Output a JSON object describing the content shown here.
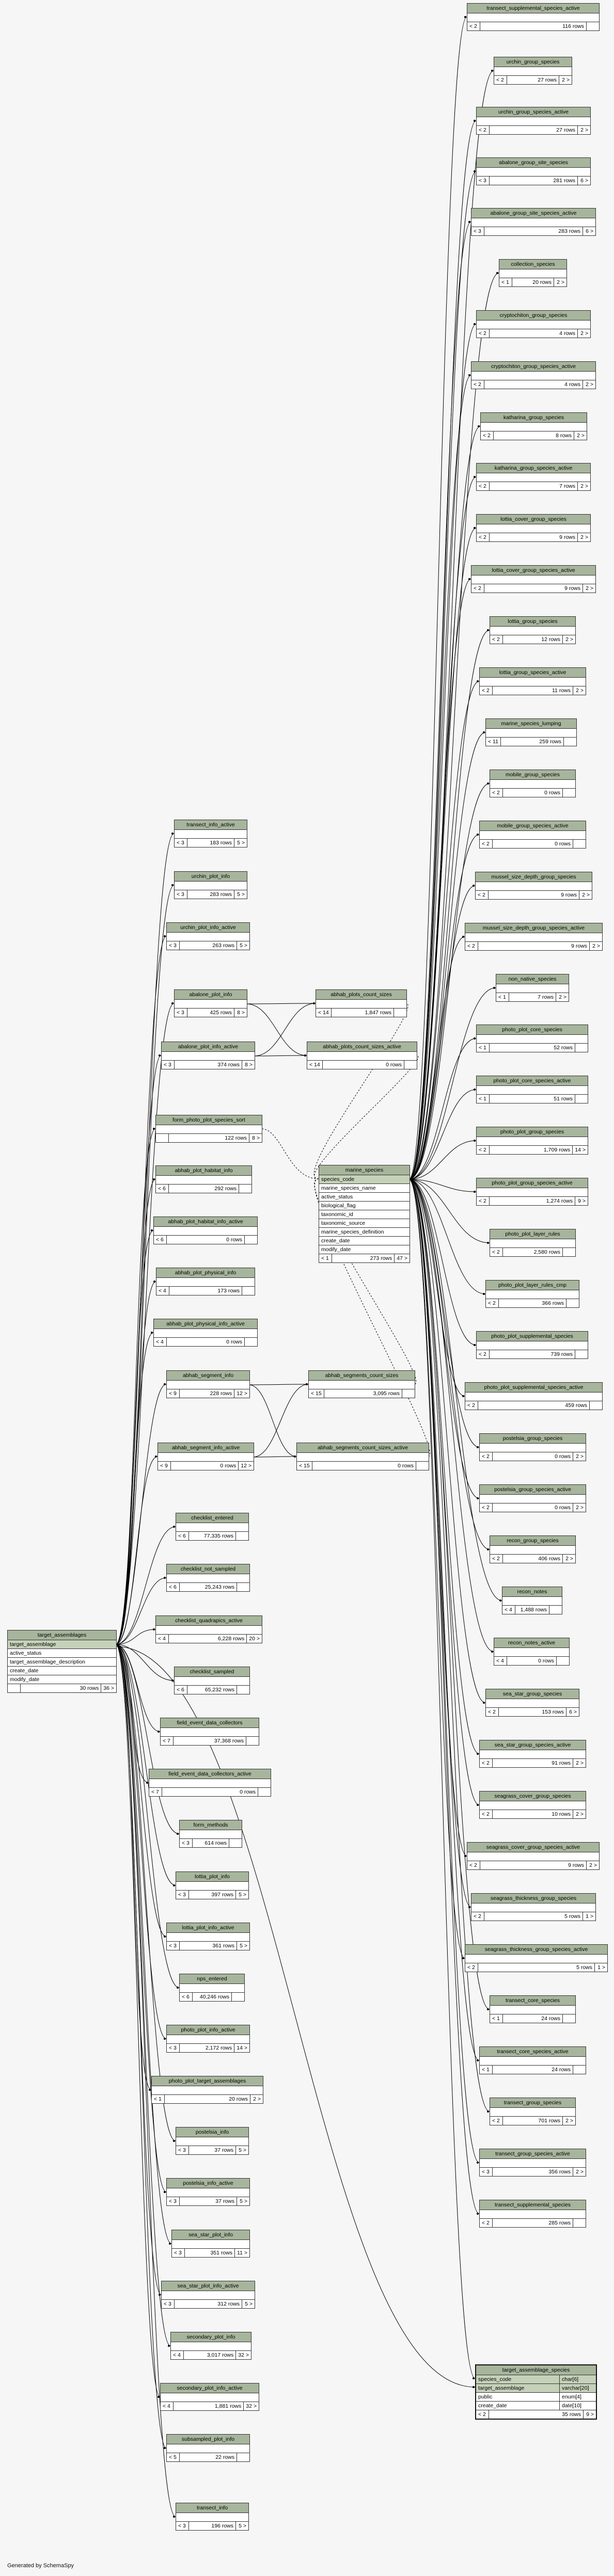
{
  "footer_text": "Generated by SchemaSpy",
  "tables": [
    {
      "id": "transect_supplemental_species_active",
      "title": "transect_supplemental_species_active",
      "footer": [
        "< 2",
        "116 rows",
        ""
      ]
    },
    {
      "id": "urchin_group_species",
      "title": "urchin_group_species",
      "footer": [
        "< 2",
        "27 rows",
        "2 >"
      ]
    },
    {
      "id": "urchin_group_species_active",
      "title": "urchin_group_species_active",
      "footer": [
        "< 2",
        "27 rows",
        "2 >"
      ]
    },
    {
      "id": "abalone_group_site_species",
      "title": "abalone_group_site_species",
      "footer": [
        "< 3",
        "281 rows",
        "6 >"
      ]
    },
    {
      "id": "abalone_group_site_species_active",
      "title": "abalone_group_site_species_active",
      "footer": [
        "< 3",
        "283 rows",
        "6 >"
      ]
    },
    {
      "id": "collection_species",
      "title": "collection_species",
      "footer": [
        "< 1",
        "20 rows",
        "2 >"
      ]
    },
    {
      "id": "cryptochiton_group_species",
      "title": "cryptochiton_group_species",
      "footer": [
        "< 2",
        "4 rows",
        "2 >"
      ]
    },
    {
      "id": "cryptochiton_group_species_active",
      "title": "cryptochiton_group_species_active",
      "footer": [
        "< 2",
        "4 rows",
        "2 >"
      ]
    },
    {
      "id": "katharina_group_species",
      "title": "katharina_group_species",
      "footer": [
        "< 2",
        "8 rows",
        "2 >"
      ]
    },
    {
      "id": "katharina_group_species_active",
      "title": "katharina_group_species_active",
      "footer": [
        "< 2",
        "7 rows",
        "2 >"
      ]
    },
    {
      "id": "lottia_cover_group_species",
      "title": "lottia_cover_group_species",
      "footer": [
        "< 2",
        "9 rows",
        "2 >"
      ]
    },
    {
      "id": "lottia_cover_group_species_active",
      "title": "lottia_cover_group_species_active",
      "footer": [
        "< 2",
        "9 rows",
        "2 >"
      ]
    },
    {
      "id": "lottia_group_species",
      "title": "lottia_group_species",
      "footer": [
        "< 2",
        "12 rows",
        "2 >"
      ]
    },
    {
      "id": "lottia_group_species_active",
      "title": "lottia_group_species_active",
      "footer": [
        "< 2",
        "11 rows",
        "2 >"
      ]
    },
    {
      "id": "marine_species_lumping",
      "title": "marine_species_lumping",
      "footer": [
        "< 11",
        "259 rows",
        ""
      ]
    },
    {
      "id": "mobile_group_species",
      "title": "mobile_group_species",
      "footer": [
        "< 2",
        "0 rows",
        ""
      ]
    },
    {
      "id": "mobile_group_species_active",
      "title": "mobile_group_species_active",
      "footer": [
        "< 2",
        "0 rows",
        ""
      ]
    },
    {
      "id": "mussel_size_depth_group_species",
      "title": "mussel_size_depth_group_species",
      "footer": [
        "< 2",
        "9 rows",
        "2 >"
      ]
    },
    {
      "id": "mussel_size_depth_group_species_active",
      "title": "mussel_size_depth_group_species_active",
      "footer": [
        "< 2",
        "9 rows",
        "2 >"
      ]
    },
    {
      "id": "non_native_species",
      "title": "non_native_species",
      "footer": [
        "< 1",
        "7 rows",
        "2 >"
      ]
    },
    {
      "id": "photo_plot_core_species",
      "title": "photo_plot_core_species",
      "footer": [
        "< 1",
        "52 rows",
        ""
      ]
    },
    {
      "id": "photo_plot_core_species_active",
      "title": "photo_plot_core_species_active",
      "footer": [
        "< 1",
        "51 rows",
        ""
      ]
    },
    {
      "id": "photo_plot_group_species",
      "title": "photo_plot_group_species",
      "footer": [
        "< 2",
        "1,709 rows",
        "14 >"
      ]
    },
    {
      "id": "photo_plot_group_species_active",
      "title": "photo_plot_group_species_active",
      "footer": [
        "< 2",
        "1,274 rows",
        "9 >"
      ]
    },
    {
      "id": "photo_plot_layer_rules",
      "title": "photo_plot_layer_rules",
      "footer": [
        "< 2",
        "2,580 rows",
        ""
      ]
    },
    {
      "id": "photo_plot_layer_rules_cmp",
      "title": "photo_plot_layer_rules_cmp",
      "footer": [
        "< 2",
        "366 rows",
        ""
      ]
    },
    {
      "id": "photo_plot_supplemental_species",
      "title": "photo_plot_supplemental_species",
      "footer": [
        "< 2",
        "739 rows",
        ""
      ]
    },
    {
      "id": "photo_plot_supplemental_species_active",
      "title": "photo_plot_supplemental_species_active",
      "footer": [
        "< 2",
        "459 rows",
        ""
      ]
    },
    {
      "id": "postelsia_group_species",
      "title": "postelsia_group_species",
      "footer": [
        "< 2",
        "0 rows",
        "2 >"
      ]
    },
    {
      "id": "postelsia_group_species_active",
      "title": "postelsia_group_species_active",
      "footer": [
        "< 2",
        "0 rows",
        "2 >"
      ]
    },
    {
      "id": "recon_group_species",
      "title": "recon_group_species",
      "footer": [
        "< 2",
        "406 rows",
        "2 >"
      ]
    },
    {
      "id": "recon_notes",
      "title": "recon_notes",
      "footer": [
        "< 4",
        "1,488 rows",
        ""
      ]
    },
    {
      "id": "recon_notes_active",
      "title": "recon_notes_active",
      "footer": [
        "< 4",
        "0 rows",
        ""
      ]
    },
    {
      "id": "sea_star_group_species",
      "title": "sea_star_group_species",
      "footer": [
        "< 2",
        "153 rows",
        "6 >"
      ]
    },
    {
      "id": "sea_star_group_species_active",
      "title": "sea_star_group_species_active",
      "footer": [
        "< 2",
        "91 rows",
        "2 >"
      ]
    },
    {
      "id": "seagrass_cover_group_species",
      "title": "seagrass_cover_group_species",
      "footer": [
        "< 2",
        "10 rows",
        "2 >"
      ]
    },
    {
      "id": "seagrass_cover_group_species_active",
      "title": "seagrass_cover_group_species_active",
      "footer": [
        "< 2",
        "9 rows",
        "2 >"
      ]
    },
    {
      "id": "seagrass_thickness_group_species",
      "title": "seagrass_thickness_group_species",
      "footer": [
        "< 2",
        "5 rows",
        "1 >"
      ]
    },
    {
      "id": "seagrass_thickness_group_species_active",
      "title": "seagrass_thickness_group_species_active",
      "footer": [
        "< 2",
        "5 rows",
        "1 >"
      ]
    },
    {
      "id": "transect_core_species",
      "title": "transect_core_species",
      "footer": [
        "< 1",
        "24 rows",
        ""
      ]
    },
    {
      "id": "transect_core_species_active",
      "title": "transect_core_species_active",
      "footer": [
        "< 1",
        "24 rows",
        ""
      ]
    },
    {
      "id": "transect_group_species",
      "title": "transect_group_species",
      "footer": [
        "< 2",
        "701 rows",
        "2 >"
      ]
    },
    {
      "id": "transect_group_species_active",
      "title": "transect_group_species_active",
      "footer": [
        "< 3",
        "356 rows",
        "2 >"
      ]
    },
    {
      "id": "transect_supplemental_species",
      "title": "transect_supplemental_species",
      "footer": [
        "< 2",
        "285 rows",
        ""
      ]
    },
    {
      "id": "transect_info_active",
      "title": "transect_info_active",
      "footer": [
        "< 3",
        "183 rows",
        "5 >"
      ]
    },
    {
      "id": "urchin_plot_info",
      "title": "urchin_plot_info",
      "footer": [
        "< 3",
        "283 rows",
        "5 >"
      ]
    },
    {
      "id": "urchin_plot_info_active",
      "title": "urchin_plot_info_active",
      "footer": [
        "< 3",
        "263 rows",
        "5 >"
      ]
    },
    {
      "id": "abalone_plot_info",
      "title": "abalone_plot_info",
      "footer": [
        "< 3",
        "425 rows",
        "8 >"
      ]
    },
    {
      "id": "abalone_plot_info_active",
      "title": "abalone_plot_info_active",
      "footer": [
        "< 3",
        "374 rows",
        "8 >"
      ]
    },
    {
      "id": "form_photo_plot_species_sort",
      "title": "form_photo_plot_species_sort",
      "footer": [
        "",
        "122 rows",
        "8 >"
      ]
    },
    {
      "id": "abhab_plot_habitat_info",
      "title": "abhab_plot_habitat_info",
      "footer": [
        "< 6",
        "292 rows",
        ""
      ]
    },
    {
      "id": "abhab_plot_habitat_info_active",
      "title": "abhab_plot_habitat_info_active",
      "footer": [
        "< 6",
        "0 rows",
        ""
      ]
    },
    {
      "id": "abhab_plot_physical_info",
      "title": "abhab_plot_physical_info",
      "footer": [
        "< 4",
        "173 rows",
        ""
      ]
    },
    {
      "id": "abhab_plot_physical_info_active",
      "title": "abhab_plot_physical_info_active",
      "footer": [
        "< 4",
        "0 rows",
        ""
      ]
    },
    {
      "id": "abhab_segment_info",
      "title": "abhab_segment_info",
      "footer": [
        "< 9",
        "228 rows",
        "12 >"
      ]
    },
    {
      "id": "abhab_segment_info_active",
      "title": "abhab_segment_info_active",
      "footer": [
        "< 9",
        "0 rows",
        "12 >"
      ]
    },
    {
      "id": "abhab_plots_count_sizes",
      "title": "abhab_plots_count_sizes",
      "footer": [
        "< 14",
        "1,847 rows",
        ""
      ]
    },
    {
      "id": "abhab_plots_count_sizes_active",
      "title": "abhab_plots_count_sizes_active",
      "footer": [
        "< 14",
        "0 rows",
        ""
      ]
    },
    {
      "id": "abhab_segments_count_sizes",
      "title": "abhab_segments_count_sizes",
      "footer": [
        "< 15",
        "3,095 rows",
        ""
      ]
    },
    {
      "id": "abhab_segments_count_sizes_active",
      "title": "abhab_segments_count_sizes_active",
      "footer": [
        "< 15",
        "0 rows",
        ""
      ]
    },
    {
      "id": "checklist_entered",
      "title": "checklist_entered",
      "footer": [
        "< 6",
        "77,335 rows",
        ""
      ]
    },
    {
      "id": "checklist_not_sampled",
      "title": "checklist_not_sampled",
      "footer": [
        "< 6",
        "25,243 rows",
        ""
      ]
    },
    {
      "id": "checklist_quadrapics_active",
      "title": "checklist_quadrapics_active",
      "footer": [
        "< 4",
        "6,228 rows",
        "20 >"
      ]
    },
    {
      "id": "checklist_sampled",
      "title": "checklist_sampled",
      "footer": [
        "< 6",
        "65,232 rows",
        ""
      ]
    },
    {
      "id": "field_event_data_collectors",
      "title": "field_event_data_collectors",
      "footer": [
        "< 7",
        "37,368 rows",
        ""
      ]
    },
    {
      "id": "field_event_data_collectors_active",
      "title": "field_event_data_collectors_active",
      "footer": [
        "< 7",
        "0 rows",
        ""
      ]
    },
    {
      "id": "form_methods",
      "title": "form_methods",
      "footer": [
        "< 3",
        "614 rows",
        ""
      ]
    },
    {
      "id": "lottia_plot_info",
      "title": "lottia_plot_info",
      "footer": [
        "< 3",
        "397 rows",
        "5 >"
      ]
    },
    {
      "id": "lottia_plot_info_active",
      "title": "lottia_plot_info_active",
      "footer": [
        "< 3",
        "361 rows",
        "5 >"
      ]
    },
    {
      "id": "nps_entered",
      "title": "nps_entered",
      "footer": [
        "< 6",
        "40,246 rows",
        ""
      ]
    },
    {
      "id": "photo_plot_info_active",
      "title": "photo_plot_info_active",
      "footer": [
        "< 3",
        "2,172 rows",
        "14 >"
      ]
    },
    {
      "id": "photo_plot_target_assemblages",
      "title": "photo_plot_target_assemblages",
      "footer": [
        "< 1",
        "20 rows",
        "2 >"
      ]
    },
    {
      "id": "postelsia_info",
      "title": "postelsia_info",
      "footer": [
        "< 3",
        "37 rows",
        "5 >"
      ]
    },
    {
      "id": "postelsia_info_active",
      "title": "postelsia_info_active",
      "footer": [
        "< 3",
        "37 rows",
        "5 >"
      ]
    },
    {
      "id": "sea_star_plot_info",
      "title": "sea_star_plot_info",
      "footer": [
        "< 3",
        "351 rows",
        "11 >"
      ]
    },
    {
      "id": "sea_star_plot_info_active",
      "title": "sea_star_plot_info_active",
      "footer": [
        "< 3",
        "312 rows",
        "5 >"
      ]
    },
    {
      "id": "secondary_plot_info",
      "title": "secondary_plot_info",
      "footer": [
        "< 4",
        "3,017 rows",
        "32 >"
      ]
    },
    {
      "id": "secondary_plot_info_active",
      "title": "secondary_plot_info_active",
      "footer": [
        "< 4",
        "1,881 rows",
        "32 >"
      ]
    },
    {
      "id": "subsampled_plot_info",
      "title": "subsampled_plot_info",
      "footer": [
        "< 5",
        "22 rows",
        ""
      ]
    },
    {
      "id": "transect_info",
      "title": "transect_info",
      "footer": [
        "< 3",
        "196 rows",
        "5 >"
      ]
    },
    {
      "id": "target_assemblages",
      "title": "target_assemblages",
      "columns": [
        "target_assemblage",
        "active_status",
        "target_assemblage_description",
        "create_date",
        "modify_date"
      ],
      "footer": [
        "",
        "30 rows",
        "36 >"
      ]
    },
    {
      "id": "marine_species",
      "title": "marine_species",
      "columns": [
        "species_code",
        "marine_species_name",
        "active_status",
        "biological_flag",
        "taxonomic_id",
        "taxonomic_source",
        "marine_species_definition",
        "create_date",
        "modify_date"
      ],
      "footer": [
        "< 1",
        "273 rows",
        "47 >"
      ]
    },
    {
      "id": "target_assemblage_species",
      "title": "target_assemblage_species",
      "columns": [
        [
          "species_code",
          "char[6]"
        ],
        [
          "target_assemblage",
          "varchar[20]"
        ],
        [
          "public",
          "enum[4]"
        ],
        [
          "create_date",
          "date[10]"
        ]
      ],
      "footer": [
        "< 2",
        "35 rows",
        "9 >"
      ]
    }
  ]
}
